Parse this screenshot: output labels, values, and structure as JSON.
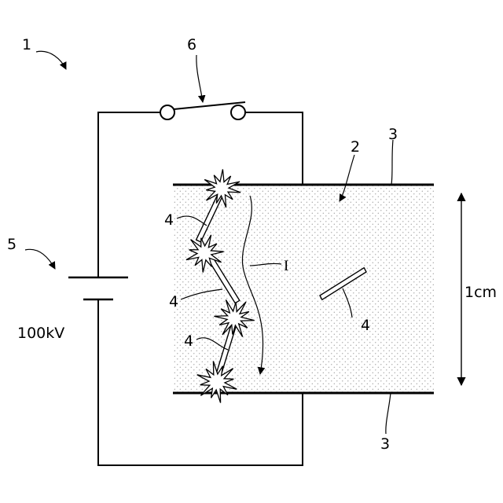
{
  "labels": {
    "device": "1",
    "dielectric": "2",
    "electrode_top": "3",
    "electrode_bottom": "3",
    "particle_a": "4",
    "particle_b": "4",
    "particle_c": "4",
    "particle_d": "4",
    "source": "5",
    "switch": "6",
    "current": "I"
  },
  "voltage": "100kV",
  "gap": "1cm",
  "colors": {
    "line": "#000000",
    "dot": "#9a9a9a",
    "background": "#ffffff"
  }
}
